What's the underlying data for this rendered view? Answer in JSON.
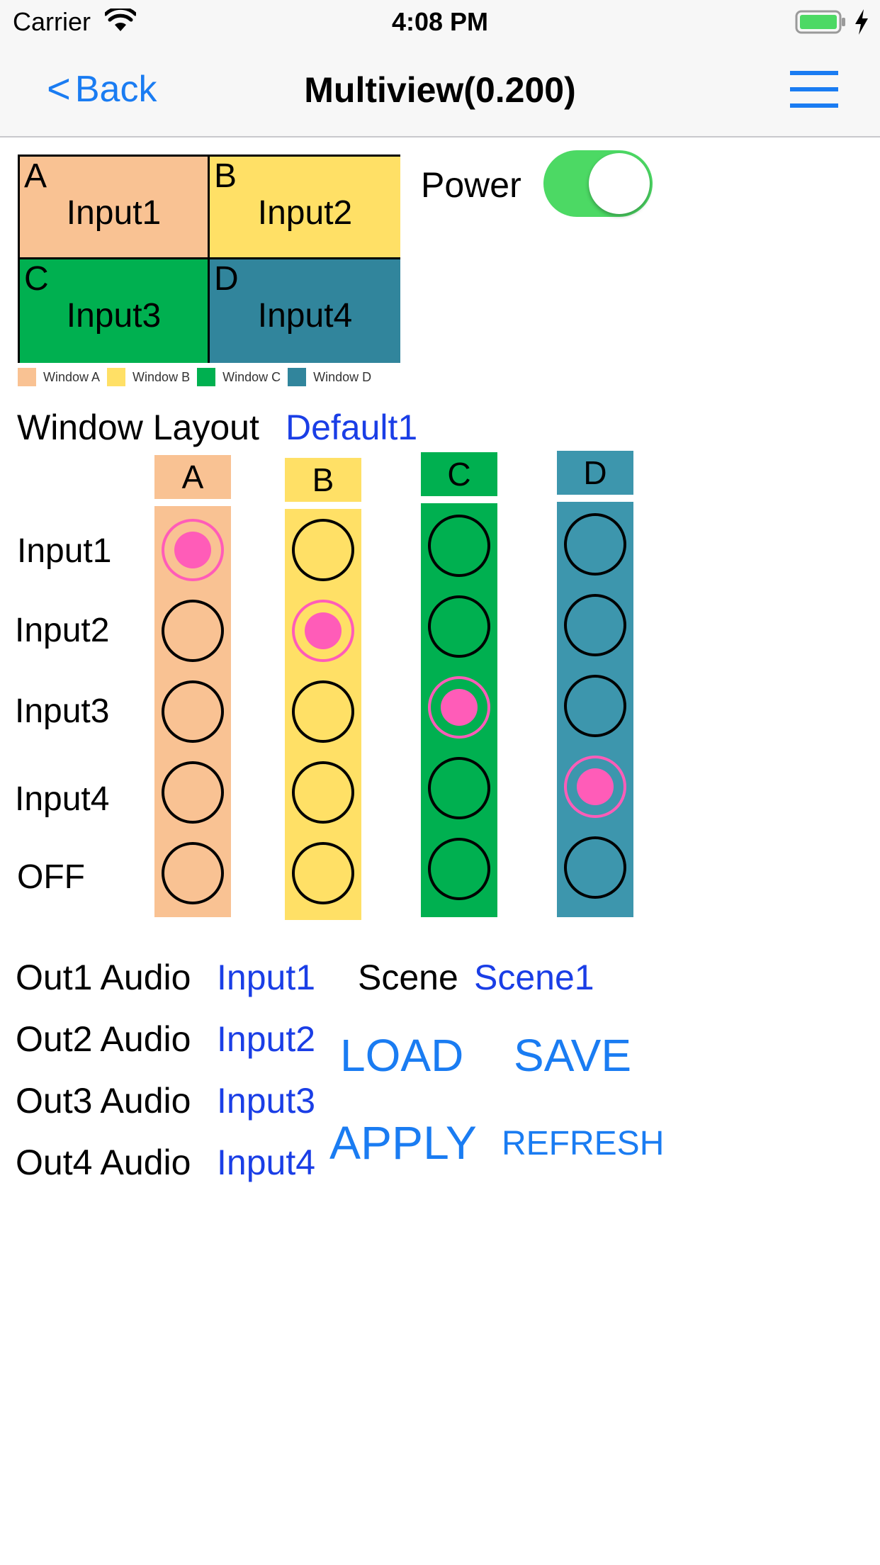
{
  "status_bar": {
    "carrier": "Carrier",
    "time": "4:08 PM",
    "battery_color": "#4cd964"
  },
  "nav": {
    "back_label": "Back",
    "back_chevron": "<",
    "title": "Multiview(0.200)",
    "menu_icon": "hamburger-menu-icon",
    "accent": "#1a7cf2"
  },
  "preview": {
    "cells": [
      {
        "letter": "A",
        "input": "Input1",
        "color": "#f9c293"
      },
      {
        "letter": "B",
        "input": "Input2",
        "color": "#ffe066"
      },
      {
        "letter": "C",
        "input": "Input3",
        "color": "#00b050"
      },
      {
        "letter": "D",
        "input": "Input4",
        "color": "#31859c"
      }
    ],
    "legend": [
      "Window A",
      "Window B",
      "Window C",
      "Window D"
    ]
  },
  "power": {
    "label": "Power",
    "on": true
  },
  "window_layout": {
    "label": "Window Layout",
    "value": "Default1"
  },
  "matrix": {
    "rows": [
      "Input1",
      "Input2",
      "Input3",
      "Input4",
      "OFF"
    ],
    "columns": [
      {
        "name": "A",
        "header_color": "#f9c293",
        "body_color": "#f9c293",
        "selected_row": 0
      },
      {
        "name": "B",
        "header_color": "#ffe066",
        "body_color": "#ffe066",
        "selected_row": 1
      },
      {
        "name": "C",
        "header_color": "#00b050",
        "body_color": "#00b050",
        "selected_row": 2
      },
      {
        "name": "D",
        "header_color": "#3d96ad",
        "body_color": "#3d96ad",
        "selected_row": 3
      }
    ],
    "selected_color": "#ff5cb8"
  },
  "audio": [
    {
      "label": "Out1 Audio",
      "value": "Input1"
    },
    {
      "label": "Out2 Audio",
      "value": "Input2"
    },
    {
      "label": "Out3 Audio",
      "value": "Input3"
    },
    {
      "label": "Out4 Audio",
      "value": "Input4"
    }
  ],
  "scene": {
    "label": "Scene",
    "value": "Scene1"
  },
  "actions": {
    "load": "LOAD",
    "save": "SAVE",
    "apply": "APPLY",
    "refresh": "REFRESH"
  }
}
